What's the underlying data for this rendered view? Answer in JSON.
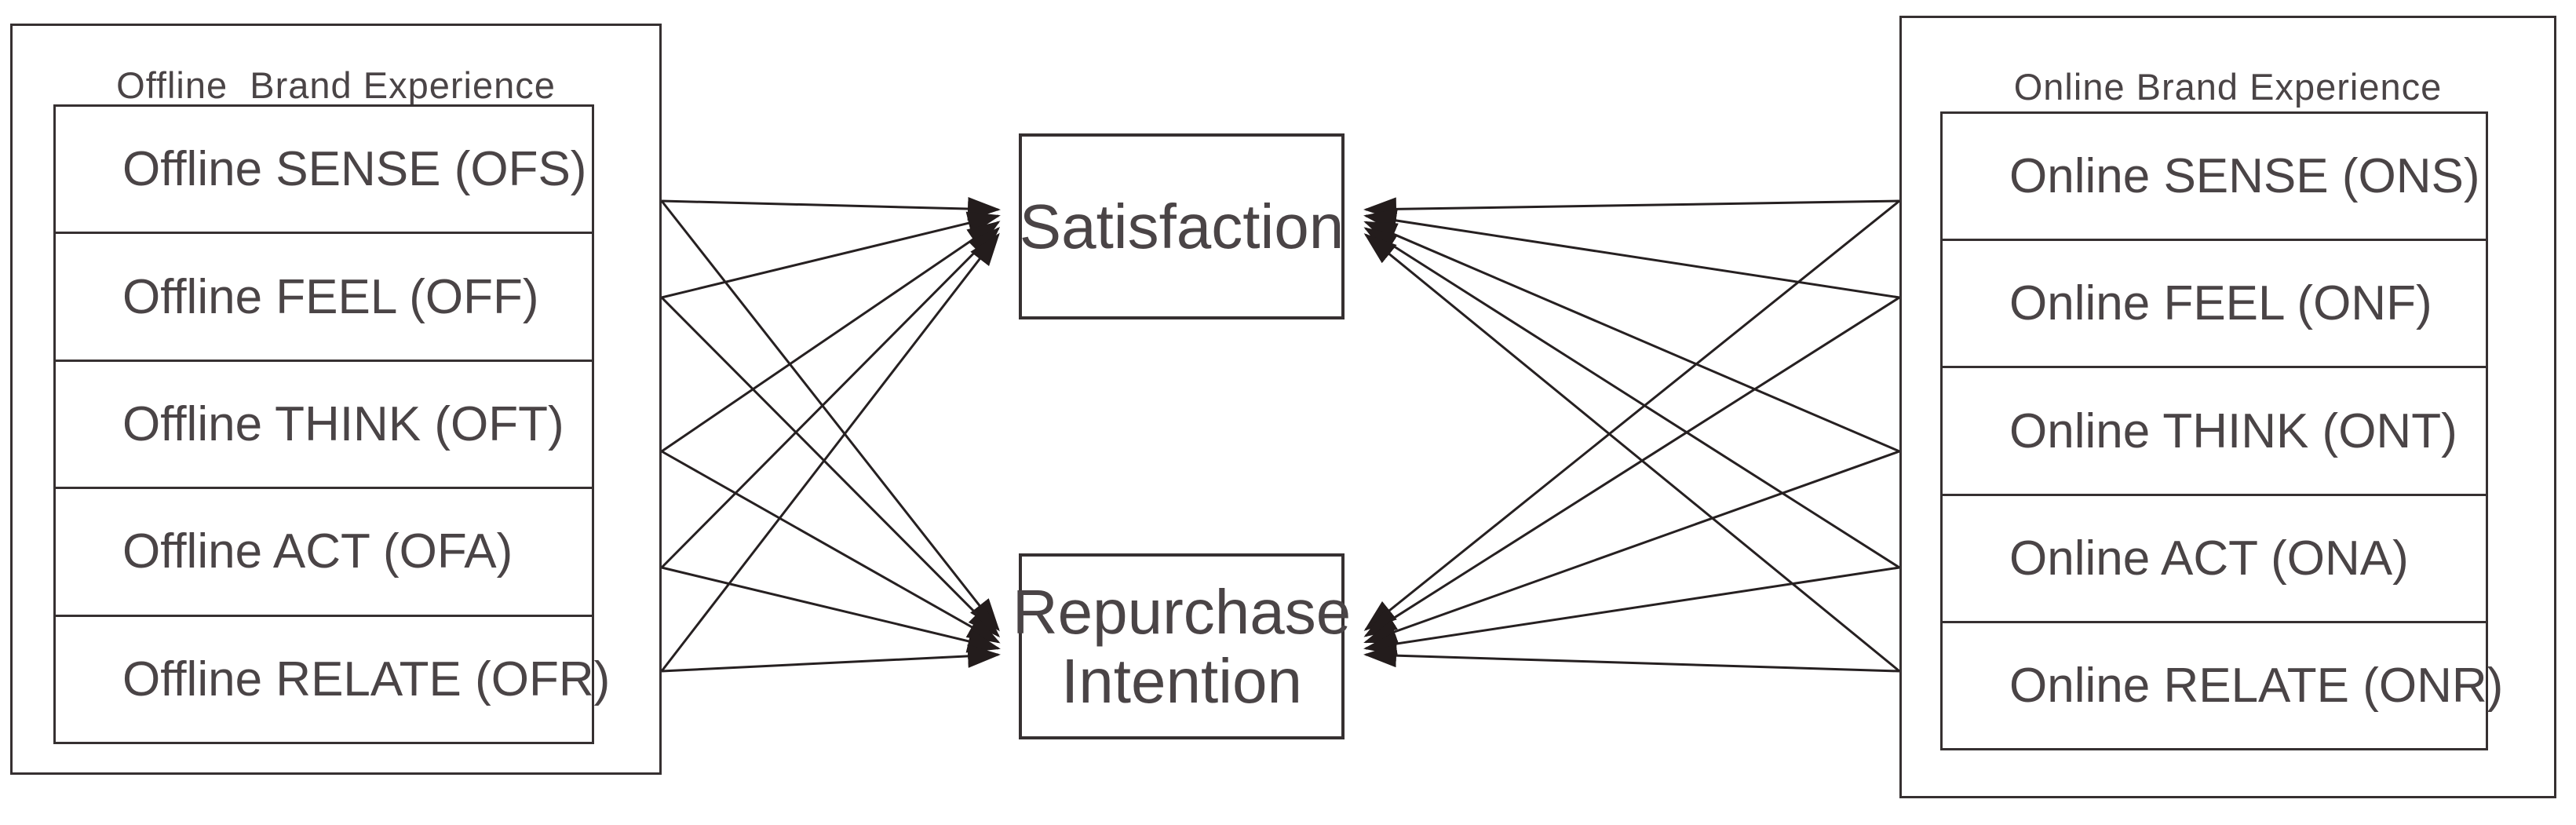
{
  "panels": {
    "left": {
      "title": "Offline  Brand Experience",
      "items": [
        {
          "code": "OFS",
          "label": "Offline SENSE (OFS)"
        },
        {
          "code": "OFF",
          "label": "Offline FEEL (OFF)"
        },
        {
          "code": "OFT",
          "label": "Offline THINK (OFT)"
        },
        {
          "code": "OFA",
          "label": "Offline ACT (OFA)"
        },
        {
          "code": "OFR",
          "label": "Offline RELATE (OFR)"
        }
      ]
    },
    "right": {
      "title": "Online Brand Experience",
      "items": [
        {
          "code": "ONS",
          "label": "Online SENSE (ONS)"
        },
        {
          "code": "ONF",
          "label": "Online FEEL (ONF)"
        },
        {
          "code": "ONT",
          "label": "Online THINK (ONT)"
        },
        {
          "code": "ONA",
          "label": "Online ACT (ONA)"
        },
        {
          "code": "ONR",
          "label": "Online RELATE (ONR)"
        }
      ]
    }
  },
  "center": {
    "satisfaction": "Satisfaction",
    "repurchase": [
      "Repurchase",
      "Intention"
    ]
  },
  "edges": [
    {
      "from": "OFS",
      "to": "Satisfaction"
    },
    {
      "from": "OFF",
      "to": "Satisfaction"
    },
    {
      "from": "OFT",
      "to": "Satisfaction"
    },
    {
      "from": "OFA",
      "to": "Satisfaction"
    },
    {
      "from": "OFR",
      "to": "Satisfaction"
    },
    {
      "from": "OFS",
      "to": "Repurchase Intention"
    },
    {
      "from": "OFF",
      "to": "Repurchase Intention"
    },
    {
      "from": "OFT",
      "to": "Repurchase Intention"
    },
    {
      "from": "OFA",
      "to": "Repurchase Intention"
    },
    {
      "from": "OFR",
      "to": "Repurchase Intention"
    },
    {
      "from": "ONS",
      "to": "Satisfaction"
    },
    {
      "from": "ONF",
      "to": "Satisfaction"
    },
    {
      "from": "ONT",
      "to": "Satisfaction"
    },
    {
      "from": "ONA",
      "to": "Satisfaction"
    },
    {
      "from": "ONR",
      "to": "Satisfaction"
    },
    {
      "from": "ONS",
      "to": "Repurchase Intention"
    },
    {
      "from": "ONF",
      "to": "Repurchase Intention"
    },
    {
      "from": "ONT",
      "to": "Repurchase Intention"
    },
    {
      "from": "ONA",
      "to": "Repurchase Intention"
    },
    {
      "from": "ONR",
      "to": "Repurchase Intention"
    }
  ],
  "colors": {
    "line": "#262021",
    "border": "#363031",
    "text": "#4a4446",
    "arrowhead": "#231c1c",
    "background": "#ffffff"
  }
}
